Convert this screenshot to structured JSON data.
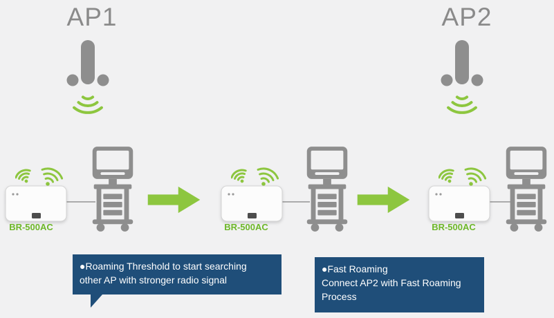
{
  "access_points": [
    {
      "label": "AP1"
    },
    {
      "label": "AP2"
    }
  ],
  "devices": [
    {
      "label": "BR-500AC"
    },
    {
      "label": "BR-500AC"
    },
    {
      "label": "BR-500AC"
    }
  ],
  "callouts": [
    {
      "lines": [
        "●Roaming Threshold to start searching",
        "other AP with stronger radio signal"
      ]
    },
    {
      "lines": [
        "●Fast Roaming",
        "Connect AP2 with Fast Roaming",
        "Process"
      ]
    }
  ],
  "colors": {
    "background": "#f1f1f2",
    "icon_gray": "#8e8e8e",
    "signal_green": "#8dc63f",
    "label_green": "#6db728",
    "callout_navy": "#1f4e79",
    "callout_text": "#ffffff"
  }
}
